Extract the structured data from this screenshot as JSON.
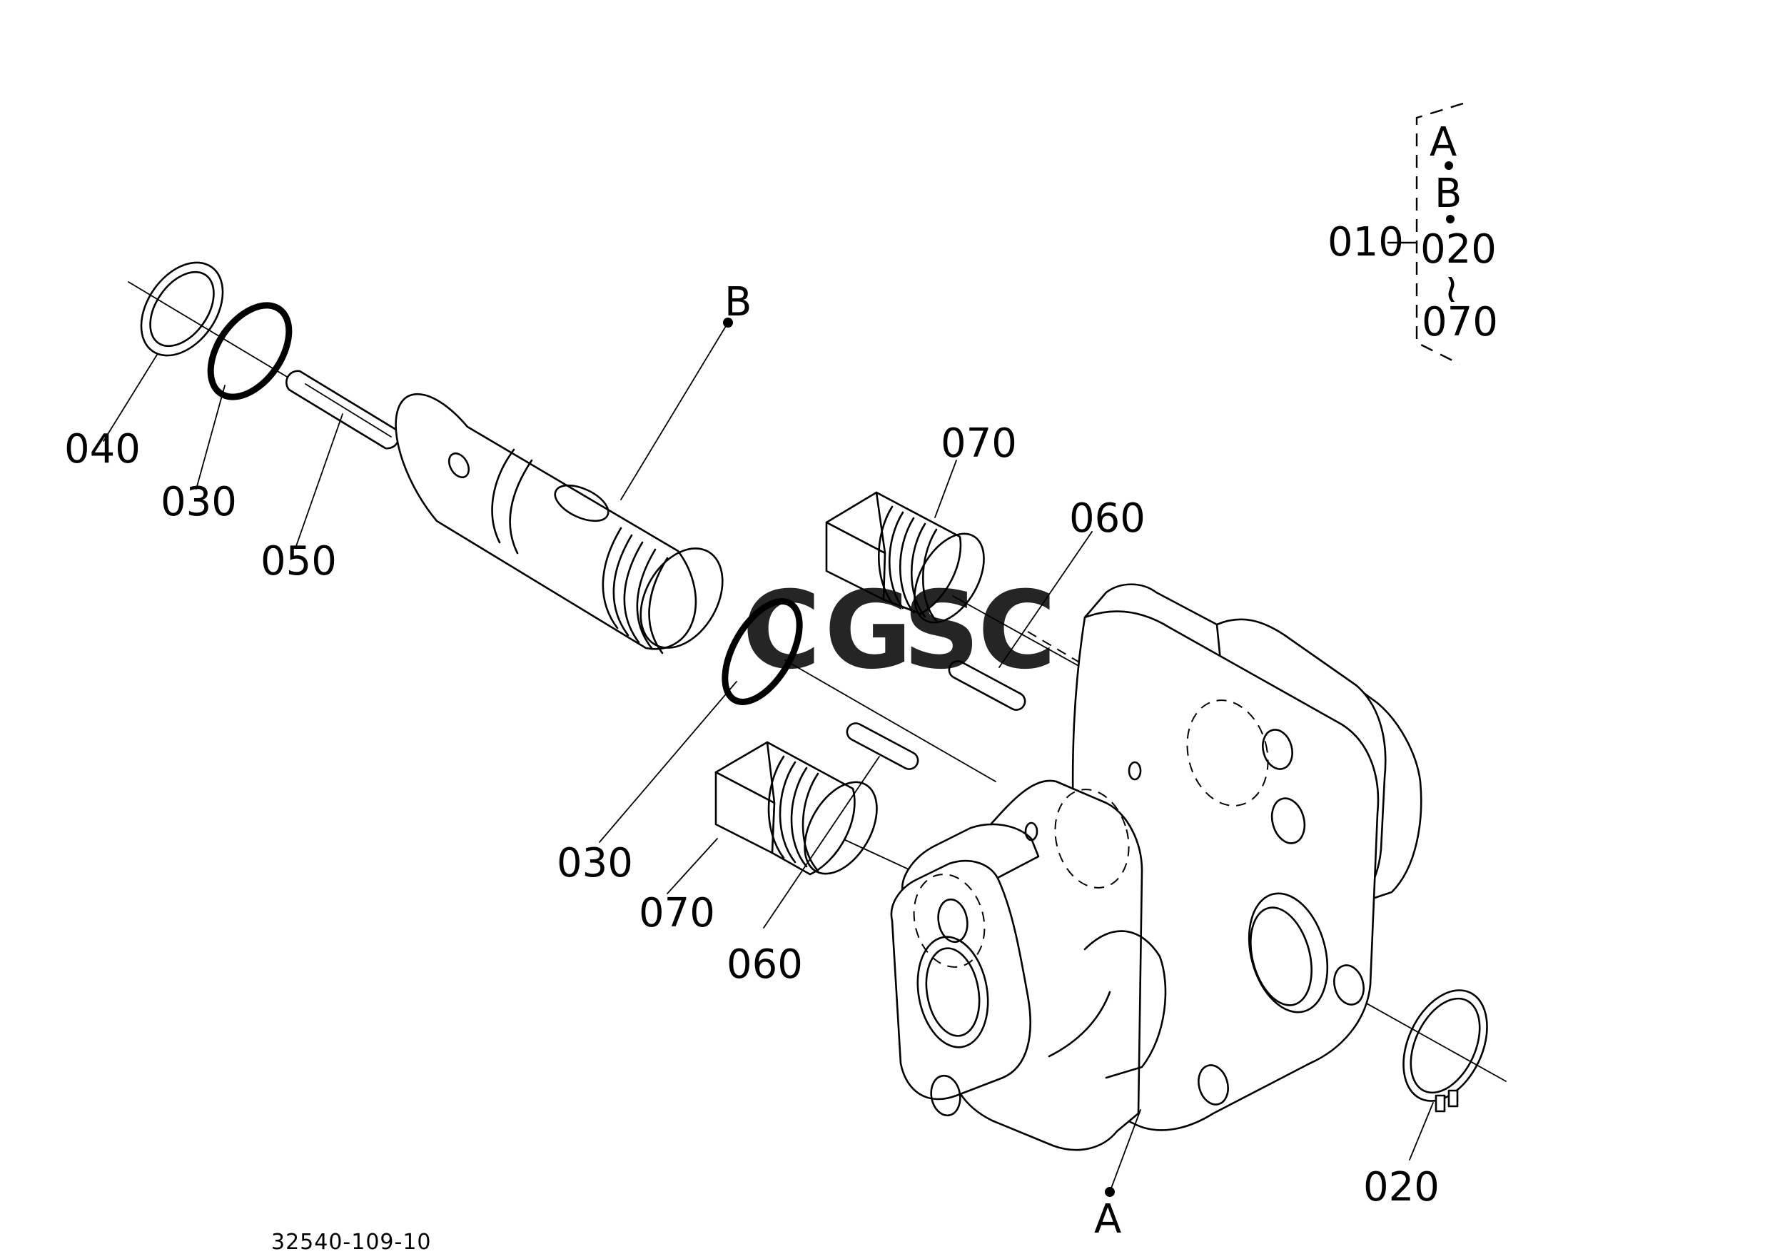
{
  "drawing_number": "32540-109-10",
  "watermark": {
    "letters": [
      "C",
      "G",
      "S",
      "C"
    ],
    "colors": [
      "#4a86e8",
      "#ea7a72",
      "#f2d36b",
      "#5cb88a"
    ]
  },
  "legend": {
    "assembly": "010",
    "ref_a": "A",
    "ref_b": "B",
    "range_start": "020",
    "range_tilde": "~",
    "range_end": "070"
  },
  "callouts": {
    "p040": "040",
    "p030_top": "030",
    "p050": "050",
    "ref_b": "B",
    "p070_top": "070",
    "p060_top": "060",
    "p030_mid": "030",
    "p070_bottom": "070",
    "p060_bottom": "060",
    "p020": "020",
    "ref_a": "A"
  }
}
